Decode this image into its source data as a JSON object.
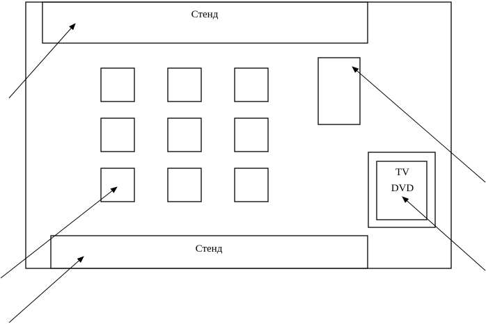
{
  "diagram": {
    "title": "",
    "room": {
      "name": "classroom-floor-plan"
    },
    "stands": [
      {
        "id": "stand-top",
        "label": "Стенд"
      },
      {
        "id": "stand-bottom",
        "label": "Стенд"
      }
    ],
    "desks": {
      "rows": 3,
      "columns": 3,
      "count": 9
    },
    "cabinet": {
      "label": ""
    },
    "tv_unit": {
      "line1": "TV",
      "line2": "DVD"
    },
    "pointer_arrows": [
      {
        "target": "stand-top",
        "label": ""
      },
      {
        "target": "cabinet",
        "label": ""
      },
      {
        "target": "tv-dvd",
        "label": ""
      },
      {
        "target": "desk",
        "label": ""
      },
      {
        "target": "stand-bottom",
        "label": ""
      }
    ],
    "colors": {
      "stroke": "#000000",
      "background": "#ffffff"
    }
  }
}
